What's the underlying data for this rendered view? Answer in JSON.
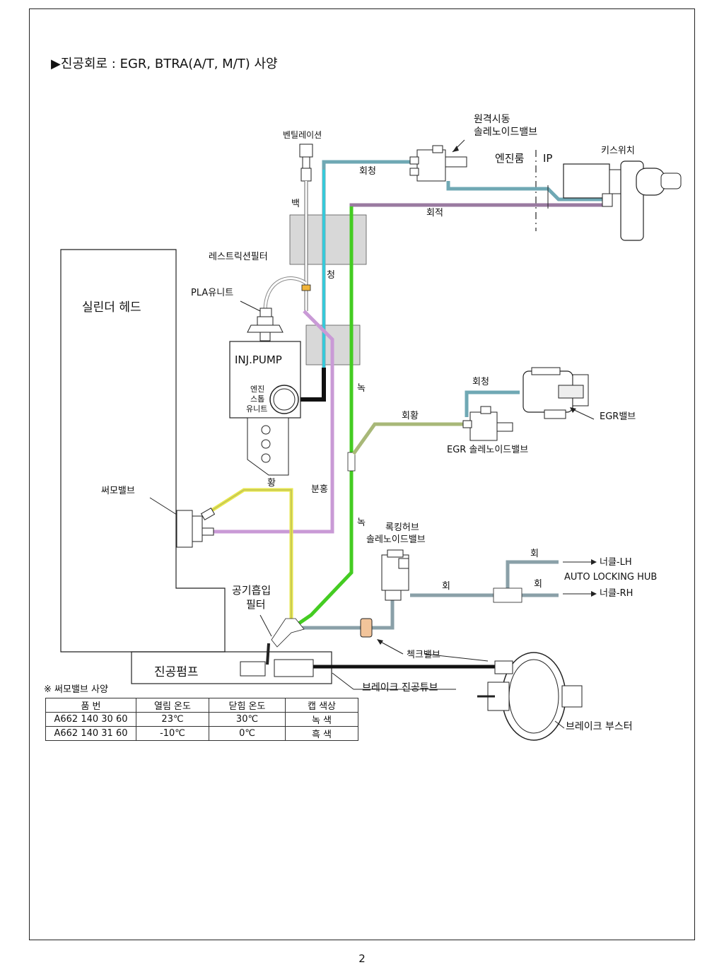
{
  "title": "▶진공회로 : EGR, BTRA(A/T, M/T) 사양",
  "page_number": "2",
  "labels": {
    "ventilation": "벤틸레이션",
    "remote_start_valve": "원격시동",
    "remote_start_valve2": "솔레노이드밸브",
    "engine_room": "엔진룸",
    "ip": "IP",
    "key_switch": "키스위치",
    "gray_blue_1": "회청",
    "white": "백",
    "gray_red": "회적",
    "restriction_filter": "레스트릭션필터",
    "blue": "청",
    "pla_unit": "PLA유니트",
    "cylinder_head": "실린더 헤드",
    "inj_pump": "INJ.PUMP",
    "engine_stop_unit_1": "엔진",
    "engine_stop_unit_2": "스톱",
    "engine_stop_unit_3": "유니트",
    "green_1": "녹",
    "gray_blue_2": "회청",
    "egr_valve": "EGR밸브",
    "gray_yellow": "회황",
    "egr_solenoid": "EGR 솔레노이드밸브",
    "thermo_valve": "써모밸브",
    "yellow": "황",
    "pink": "분홍",
    "green_2": "녹",
    "locking_hub_1": "록킹허브",
    "locking_hub_2": "솔레노이드밸브",
    "gray_1": "회",
    "gray_2": "회",
    "gray_3": "회",
    "knuckle_lh": "너클-LH",
    "auto_locking_hub": "AUTO LOCKING HUB",
    "knuckle_rh": "너클-RH",
    "air_intake_filter_1": "공기흡입",
    "air_intake_filter_2": "필터",
    "check_valve": "첵크밸브",
    "vacuum_pump": "진공펌프",
    "brake_vacuum_tube": "브레이크 진공튜브",
    "brake_booster": "브레이크 부스터"
  },
  "spec_table": {
    "caption": "※ 써모밸브 사양",
    "headers": [
      "품 번",
      "열림 온도",
      "닫힘 온도",
      "캡 색상"
    ],
    "rows": [
      [
        "A662 140 30 60",
        "23℃",
        "30℃",
        "녹 색"
      ],
      [
        "A662 140 31 60",
        "-10℃",
        "0℃",
        "흑 색"
      ]
    ]
  },
  "colors": {
    "gray_blue": "#6fa8b4",
    "cyan": "#2ccfe0",
    "gray_red": "#9a7aa0",
    "green": "#44cc22",
    "pink": "#c99ad6",
    "yellow": "#e6e64a",
    "gray_yellow": "#a8b878",
    "gray": "#8aa0a8",
    "black": "#111111",
    "check_valve": "#f2c49a"
  }
}
